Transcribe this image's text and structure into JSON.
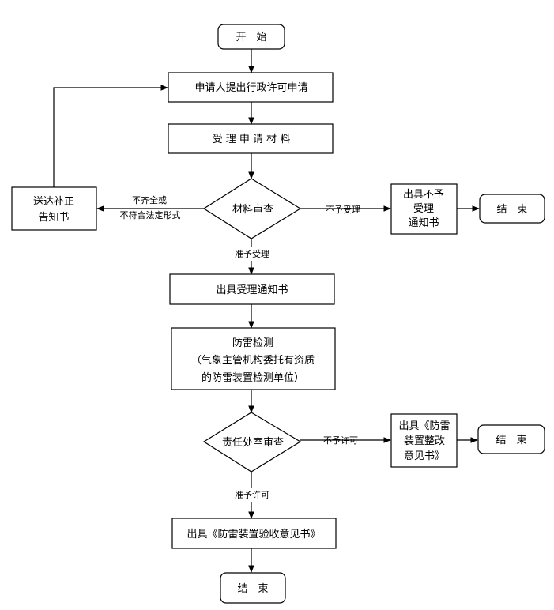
{
  "nodes": {
    "start": "开　始",
    "submit": "申请人提出行政许可申请",
    "accept_materials": "受 理 申 请 材 料",
    "review_materials": "材料审查",
    "supplement_line1": "送达补正",
    "supplement_line2": "告知书",
    "reject_line1": "出具不予",
    "reject_line2": "受理",
    "reject_line3": "通知书",
    "end1": "结　束",
    "accept_notice": "出具受理通知书",
    "inspection_line1": "防雷检测",
    "inspection_line2": "（气象主管机构委托有资质",
    "inspection_line3": "的防雷装置检测单位）",
    "office_review": "责任处室审查",
    "rectify_line1": "出具《防雷",
    "rectify_line2": "装置整改",
    "rectify_line3": "意见书》",
    "end2": "结　束",
    "acceptance_opinion": "出具《防雷装置验收意见书》",
    "end3": "结　束"
  },
  "edge_labels": {
    "incomplete_line1": "不齐全或",
    "incomplete_line2": "不符合法定形式",
    "not_accepted": "不予受理",
    "accepted": "准予受理",
    "not_permitted": "不予许可",
    "permitted": "准予许可"
  }
}
